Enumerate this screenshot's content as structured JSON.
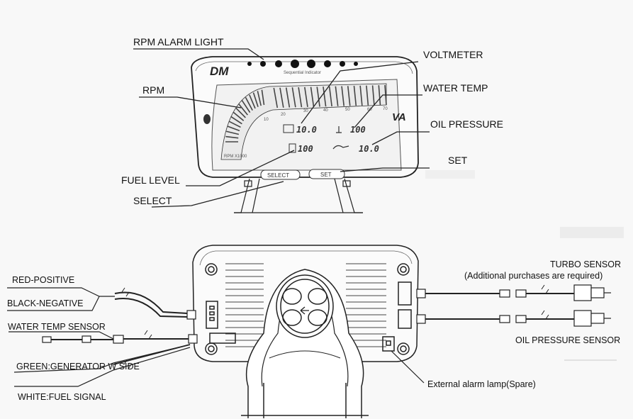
{
  "top_gauge": {
    "brand": "DM",
    "indicator_caption": "Sequential Indicator",
    "mode_letters": "VA",
    "rpm_unit": "RPM\nX1000",
    "select_button": "SELECT",
    "set_button": "SET",
    "alarm_light_count": 8,
    "rpm_scale": [
      "10",
      "20",
      "30",
      "40",
      "50",
      "60",
      "70"
    ],
    "readouts": {
      "voltage": "10.0",
      "water_temp": "100",
      "fuel": "100",
      "oil_pressure": "10.0"
    }
  },
  "labels": {
    "rpm_alarm_light": "RPM ALARM LIGHT",
    "voltmeter": "VOLTMETER",
    "rpm": "RPM",
    "water_temp": "WATER TEMP",
    "oil_pressure": "OIL PRESSURE",
    "set": "SET",
    "fuel_level": "FUEL LEVEL",
    "select": "SELECT",
    "red_positive": "RED-POSITIVE",
    "black_negative": "BLACK-NEGATIVE",
    "water_temp_sensor": "WATER TEMP SENSOR",
    "green_generator": "GREEN:GENERATOR W SIDE",
    "white_fuel": "WHITE:FUEL SIGNAL",
    "turbo_sensor": "TURBO SENSOR",
    "turbo_note": "(Additional purchases are required)",
    "oil_pressure_sensor": "OIL PRESSURE SENSOR",
    "external_alarm": "External alarm lamp(Spare)"
  }
}
